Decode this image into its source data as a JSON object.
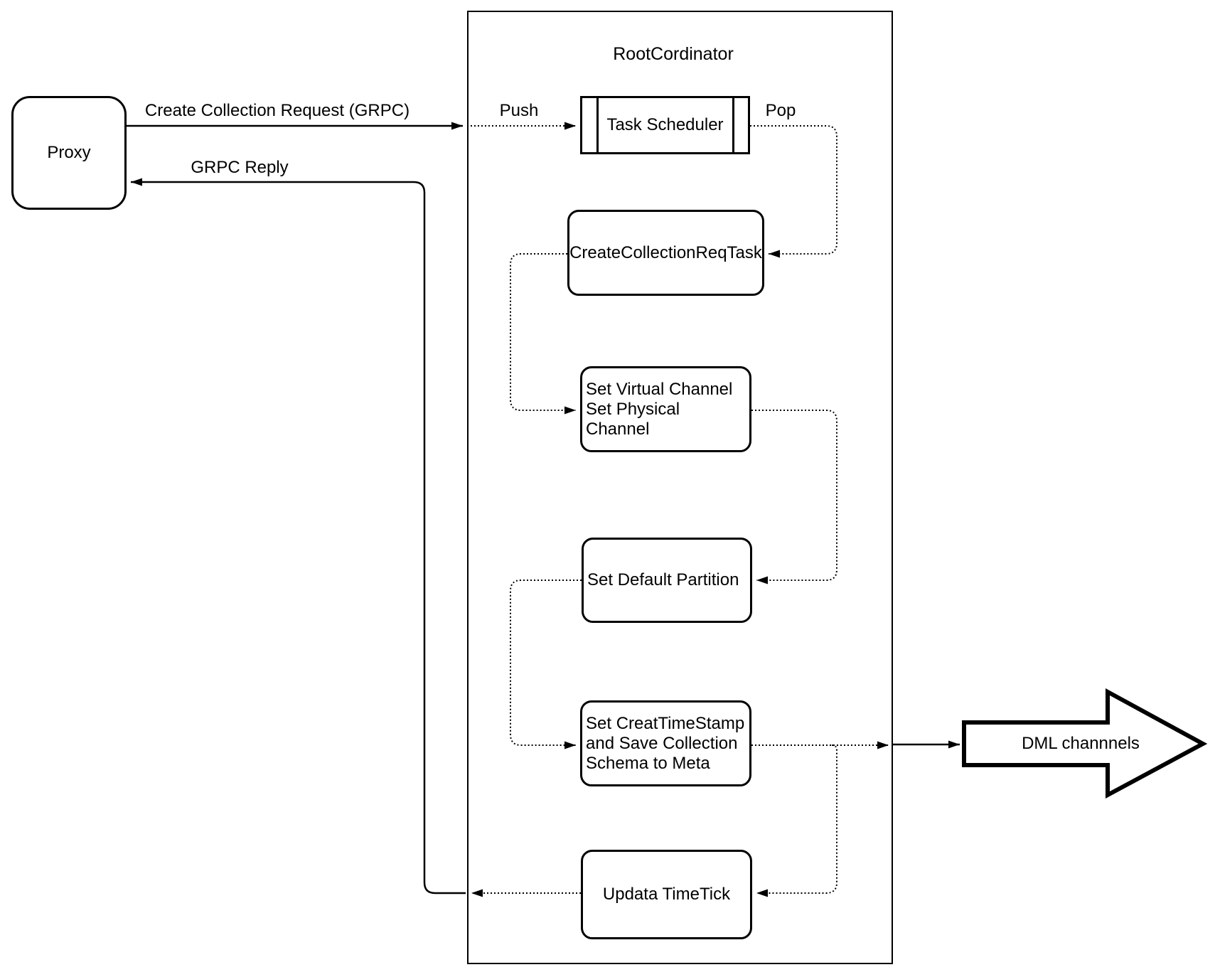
{
  "diagram": {
    "background": "#ffffff",
    "stroke_color": "#000000",
    "proxy": {
      "label": "Proxy"
    },
    "root_coordinator": {
      "title": "RootCordinator"
    },
    "task_scheduler": {
      "label": "Task Scheduler"
    },
    "create_collection_req_task": {
      "label": "CreateCollectionReqTask"
    },
    "set_virtual_channel": {
      "line1": "Set Virtual Channel",
      "line2": "Set Physical Channel"
    },
    "set_default_partition": {
      "label": "Set Default Partition"
    },
    "set_creat_timestamp": {
      "line1": "Set CreatTimeStamp",
      "line2": "and Save Collection",
      "line3": "Schema to Meta"
    },
    "updata_timetick": {
      "label": "Updata TimeTick"
    },
    "dml_channels": {
      "label": "DML channnels"
    },
    "edge_labels": {
      "create_collection_request": "Create Collection Request (GRPC)",
      "grpc_reply": "GRPC Reply",
      "push": "Push",
      "pop": "Pop"
    }
  }
}
